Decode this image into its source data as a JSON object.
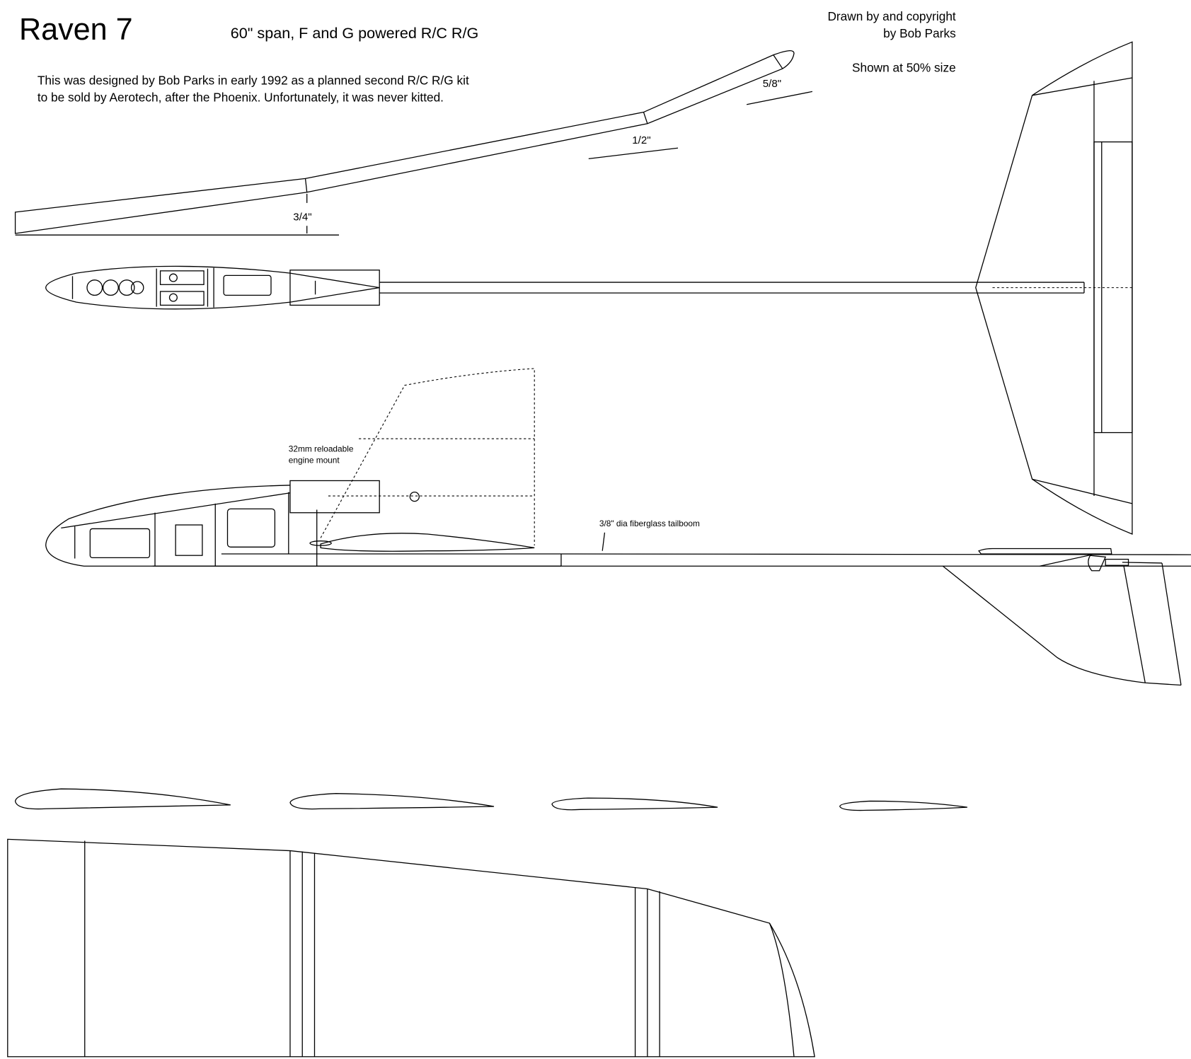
{
  "header": {
    "title": "Raven 7",
    "subtitle": "60\" span, F and G powered R/C R/G",
    "description": [
      "This was designed by Bob Parks in early 1992  as a planned second R/C R/G kit",
      "to be sold by Aerotech, after the Phoenix. Unfortunately, it was never kitted."
    ],
    "credit": [
      "Drawn by and copyright",
      "by Bob Parks"
    ],
    "scale_note": "Shown at 50% size"
  },
  "dihedral_dims": [
    "3/4\"",
    "1/2\"",
    "5/8\""
  ],
  "side_view": {
    "engine_label": [
      "32mm reloadable",
      "engine mount"
    ],
    "tailboom_label": "3/8\" dia fiberglass tailboom"
  }
}
